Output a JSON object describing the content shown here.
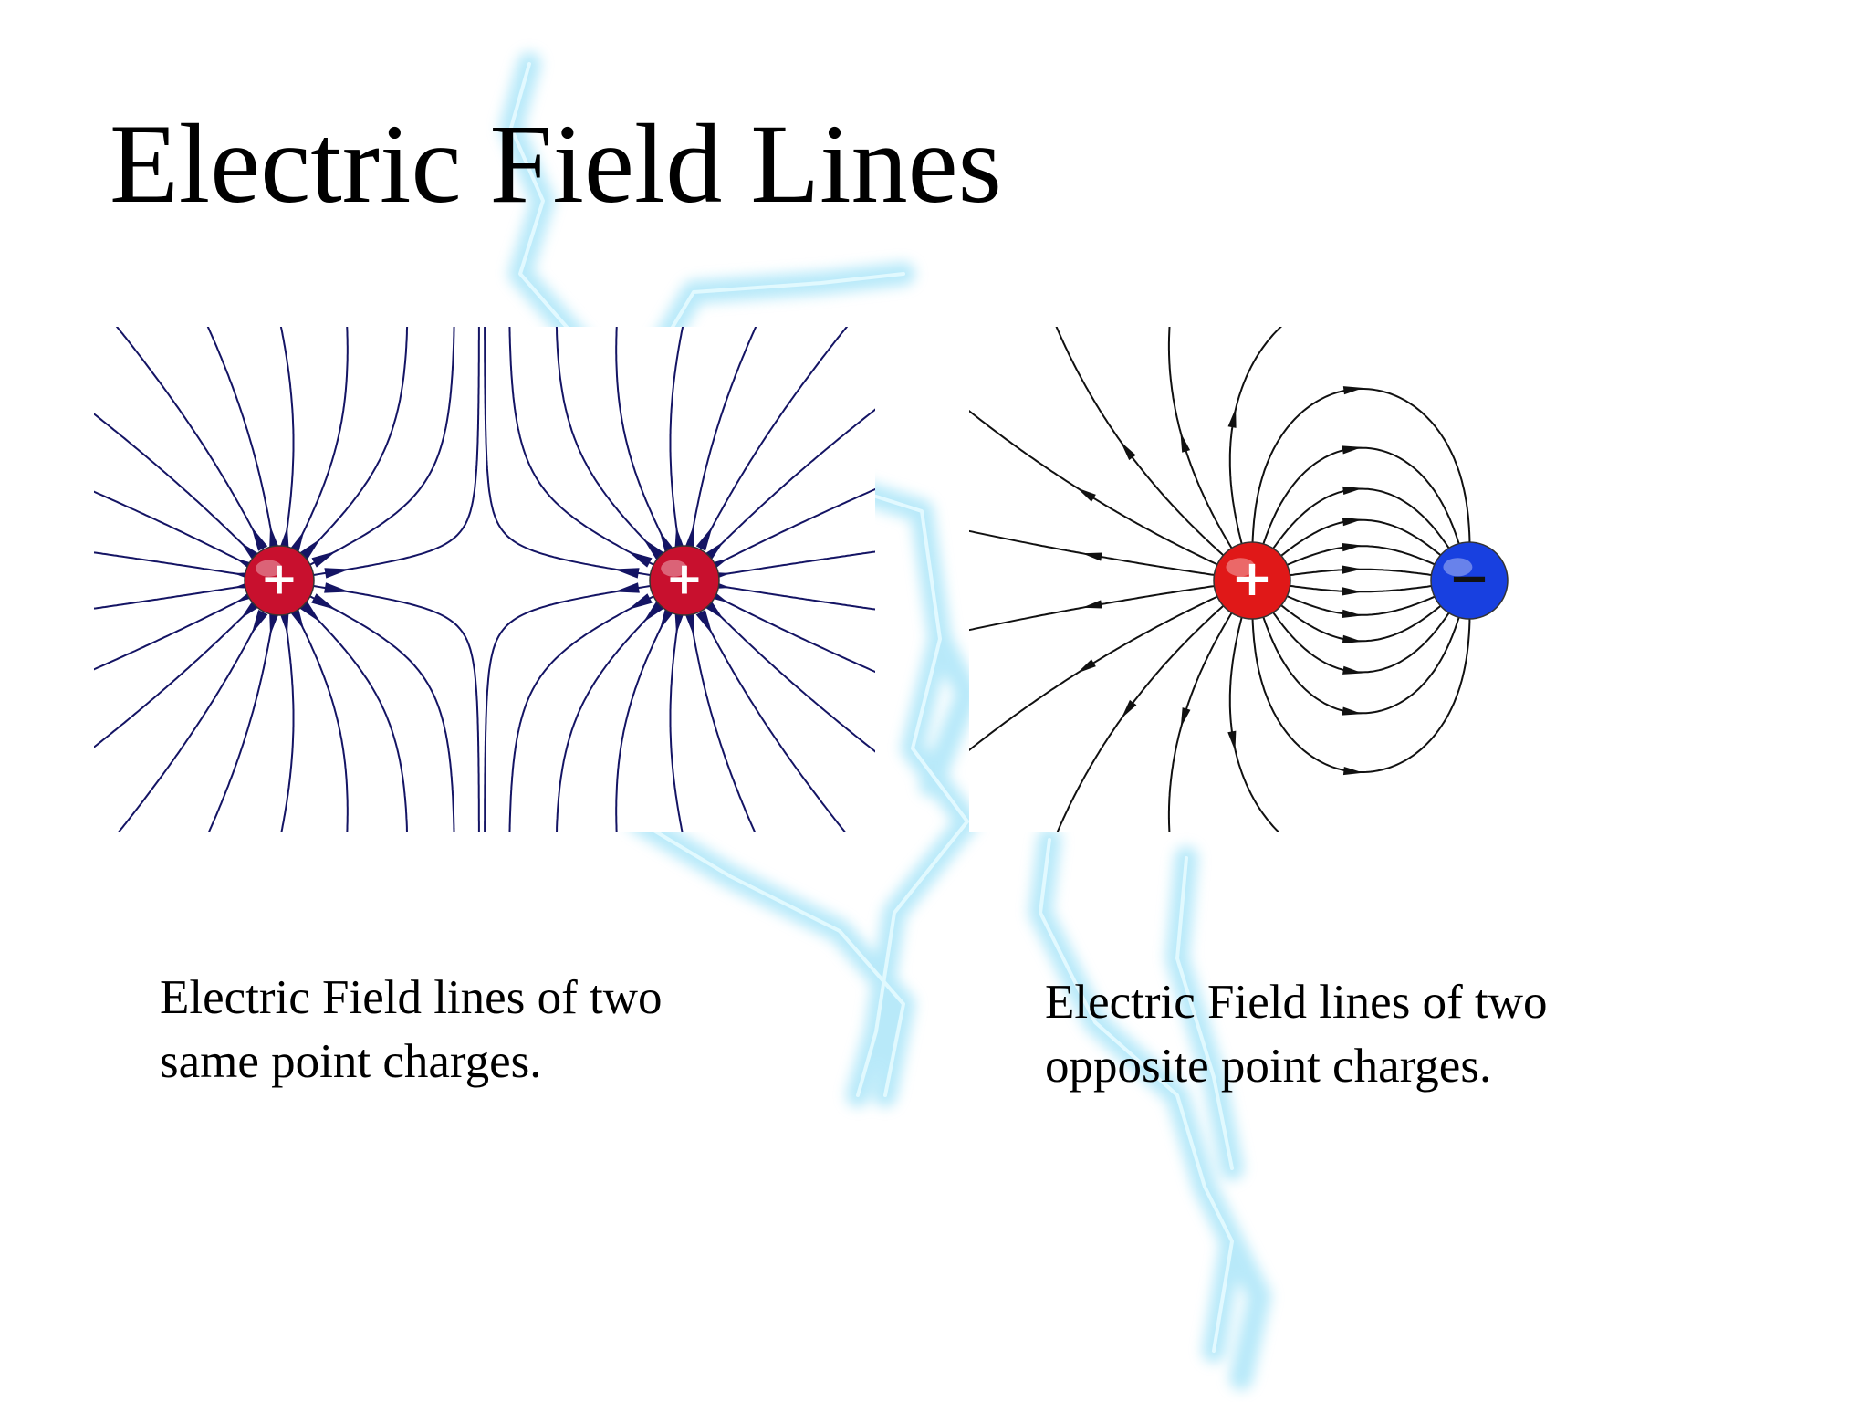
{
  "slide": {
    "title": "Electric Field Lines"
  },
  "diagrams": [
    {
      "charges": [
        {
          "sign": "+"
        },
        {
          "sign": "+"
        }
      ],
      "colors": {
        "field_line": "#141464",
        "charge_fill": "#c8102e"
      },
      "caption": {
        "line1": "Electric Field lines of two",
        "line2": "same point charges."
      }
    },
    {
      "charges": [
        {
          "sign": "+"
        },
        {
          "sign": "−"
        }
      ],
      "colors": {
        "field_line": "#111111",
        "positive_fill": "#e01818",
        "negative_fill": "#1840e0"
      },
      "caption": {
        "line1": "Electric Field lines of two",
        "line2": "opposite point charges."
      }
    }
  ],
  "background": {
    "decoration": "lightning bolt",
    "color": "#7fd8f5"
  }
}
